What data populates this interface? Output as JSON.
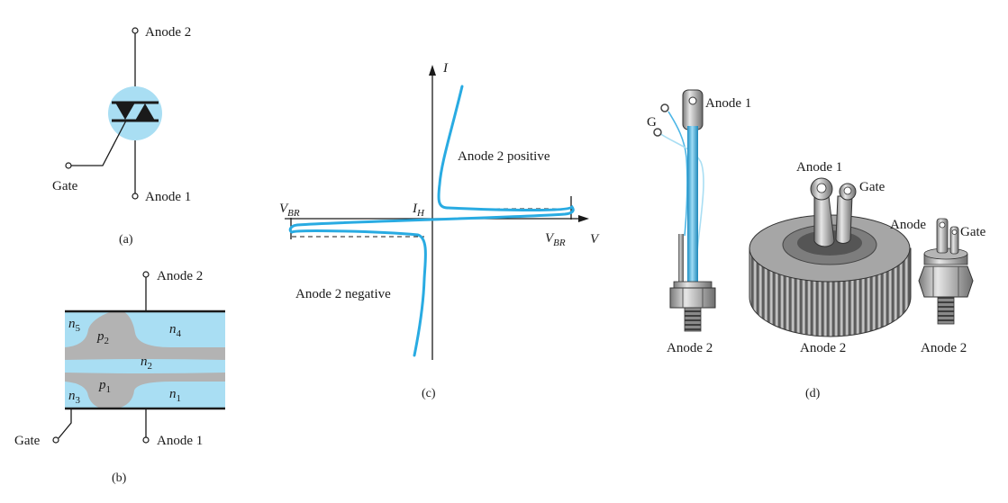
{
  "colors": {
    "accent": "#29abe2",
    "light_blue": "#a9def3",
    "gray": "#b3b3b3",
    "line": "#1a1a1a"
  },
  "panel_a": {
    "caption": "(a)",
    "top_terminal": "Anode 2",
    "bottom_terminal": "Anode 1",
    "gate": "Gate"
  },
  "panel_b": {
    "caption": "(b)",
    "top_terminal": "Anode 2",
    "bottom_terminal": "Anode 1",
    "gate": "Gate",
    "regions": {
      "n5": {
        "base": "n",
        "sub": "5"
      },
      "p2": {
        "base": "p",
        "sub": "2"
      },
      "n4": {
        "base": "n",
        "sub": "4"
      },
      "n2": {
        "base": "n",
        "sub": "2"
      },
      "p1": {
        "base": "p",
        "sub": "1"
      },
      "n3": {
        "base": "n",
        "sub": "3"
      },
      "n1": {
        "base": "n",
        "sub": "1"
      }
    }
  },
  "panel_c": {
    "caption": "(c)",
    "y_axis": "I",
    "x_axis": "V",
    "vbr_left": {
      "base": "V",
      "sub": "BR"
    },
    "vbr_right": {
      "base": "V",
      "sub": "BR"
    },
    "ih": {
      "base": "I",
      "sub": "H"
    },
    "label_positive": "Anode 2 positive",
    "label_negative": "Anode 2 negative"
  },
  "panel_d": {
    "caption": "(d)",
    "stud": {
      "gate": "G",
      "top": "Anode 1",
      "bottom": "Anode 2"
    },
    "puck": {
      "top": "Anode 1",
      "gate": "Gate",
      "bottom": "Anode 2"
    },
    "small": {
      "top": "Anode",
      "gate": "Gate",
      "bottom": "Anode 2"
    }
  }
}
